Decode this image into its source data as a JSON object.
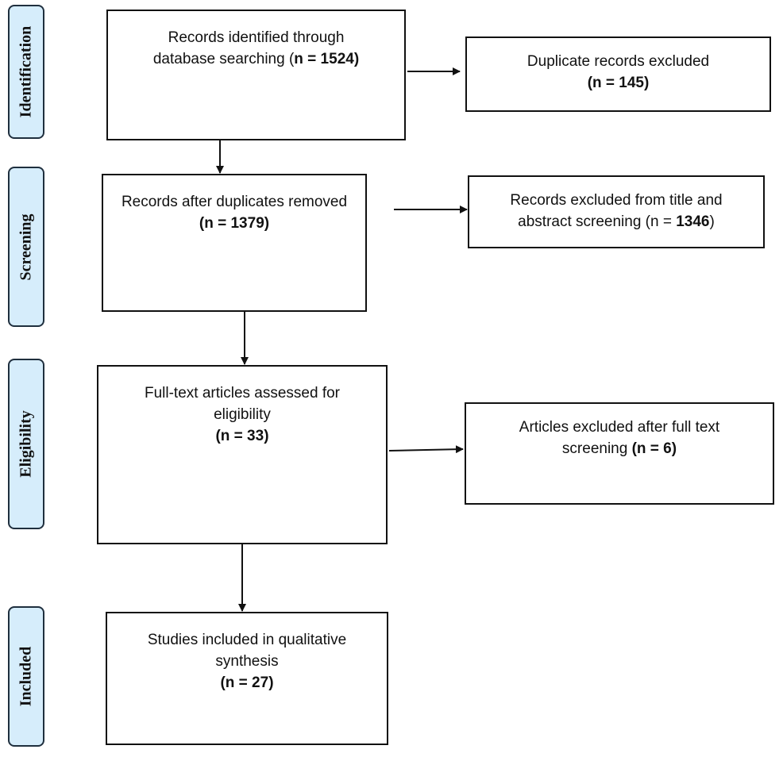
{
  "stages": [
    {
      "id": "identification",
      "label": "Identification"
    },
    {
      "id": "screening",
      "label": "Screening"
    },
    {
      "id": "eligibility",
      "label": "Eligibility"
    },
    {
      "id": "included",
      "label": "Included"
    }
  ],
  "boxes": {
    "identified": {
      "line1": "Records identified through",
      "line2_text": "database searching (",
      "line2_bold": "n = 1524)"
    },
    "duplicates": {
      "line1": "Duplicate records excluded",
      "line2_bold": "(n = 145)"
    },
    "screened": {
      "line1": "Records after duplicates removed",
      "line2_bold": "(n = 1379)"
    },
    "excluded_title_abstract": {
      "line1": "Records excluded from title and",
      "line2_text": "abstract screening (n = ",
      "line2_bold": "1346",
      "line2_tail": ")"
    },
    "fulltext": {
      "line1": "Full-text articles assessed for",
      "line2": "eligibility",
      "line3_bold": "(n = 33)"
    },
    "excluded_fulltext": {
      "line1": "Articles excluded after full text",
      "line2_text": "screening ",
      "line2_bold": "(n = 6)"
    },
    "included": {
      "line1": "Studies included in qualitative",
      "line2": "synthesis",
      "line3_bold": "(n = 27)"
    }
  },
  "colors": {
    "stage_fill": "#d6edfb",
    "stage_border": "#1f2f3e",
    "box_border": "#111111",
    "arrow": "#111111"
  }
}
